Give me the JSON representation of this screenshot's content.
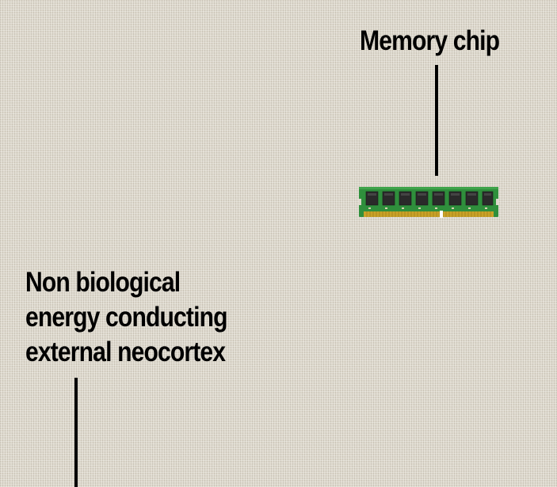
{
  "labels": {
    "memory_chip": "Memory chip",
    "neocortex_line1": "Non biological",
    "neocortex_line2": "energy conducting",
    "neocortex_line3": "external neocortex"
  },
  "colors": {
    "text": "#000000",
    "background": "#ddd8cc",
    "pcb_green": "#2f8f3c",
    "chip_black": "#2a2a2a",
    "contact_gold": "#c9a227"
  },
  "images": {
    "memory_chip": "ram-module-icon"
  }
}
